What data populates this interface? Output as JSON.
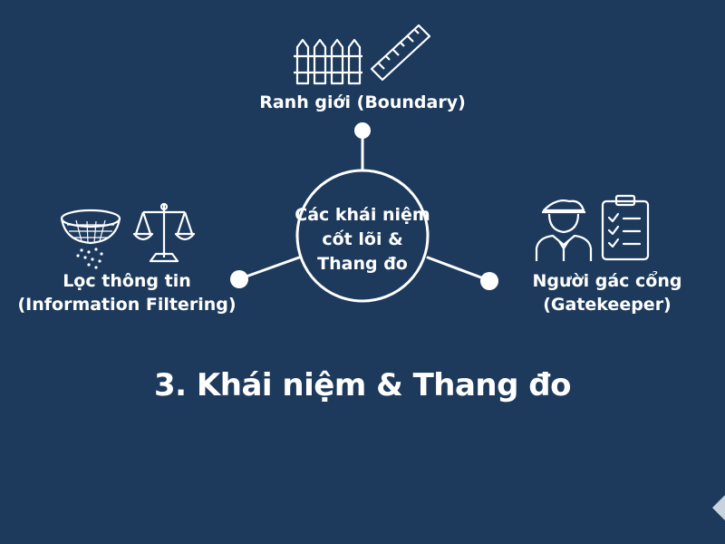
{
  "diagram": {
    "center": {
      "lines": [
        "Các khái niệm",
        "cốt lõi &",
        "Thang đo"
      ]
    },
    "nodes": {
      "top": {
        "lines": [
          "Ranh giới (Boundary)"
        ],
        "icons": [
          "fence-icon",
          "ruler-icon"
        ]
      },
      "left": {
        "lines": [
          "Lọc thông tin",
          "(Information Filtering)"
        ],
        "icons": [
          "sieve-icon",
          "scales-icon"
        ]
      },
      "right": {
        "lines": [
          "Người gác cổng",
          "(Gatekeeper)"
        ],
        "icons": [
          "guard-icon",
          "checklist-icon"
        ]
      }
    }
  },
  "title": "3. Khái niệm & Thang đo",
  "colors": {
    "background": "#1d3a5c",
    "foreground": "#ffffff"
  }
}
